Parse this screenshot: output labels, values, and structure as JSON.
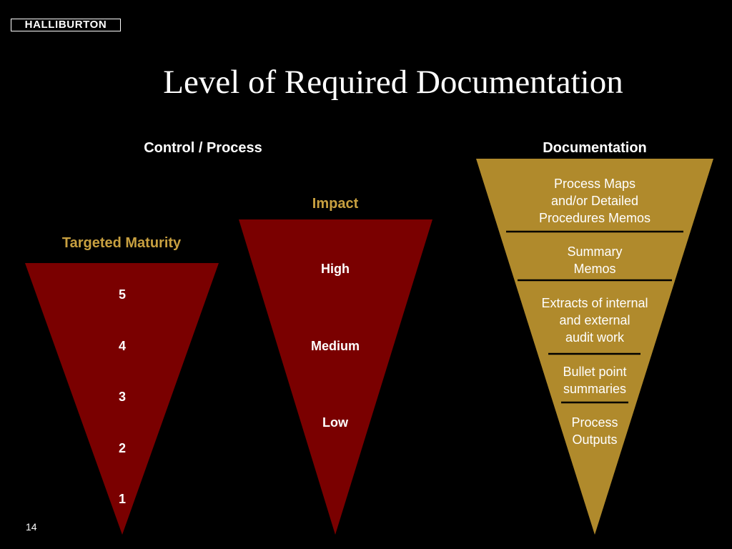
{
  "logo": {
    "text": "HALLIBURTON"
  },
  "title": "Level of Required Documentation",
  "headings": {
    "control_process": "Control / Process",
    "documentation": "Documentation",
    "impact": "Impact",
    "targeted_maturity": "Targeted Maturity"
  },
  "maturity_levels": [
    "5",
    "4",
    "3",
    "2",
    "1"
  ],
  "impact_levels": [
    "High",
    "Medium",
    "Low"
  ],
  "documentation_levels": [
    "Process Maps\nand/or Detailed\nProcedures Memos",
    "Summary\nMemos",
    "Extracts of internal\nand external\naudit work",
    "Bullet point\nsummaries",
    "Process\nOutputs"
  ],
  "page_number": "14",
  "colors": {
    "background": "#000000",
    "maroon": "#7a0000",
    "gold": "#b08a2c",
    "gold_text": "#c8a040",
    "text": "#ffffff"
  }
}
